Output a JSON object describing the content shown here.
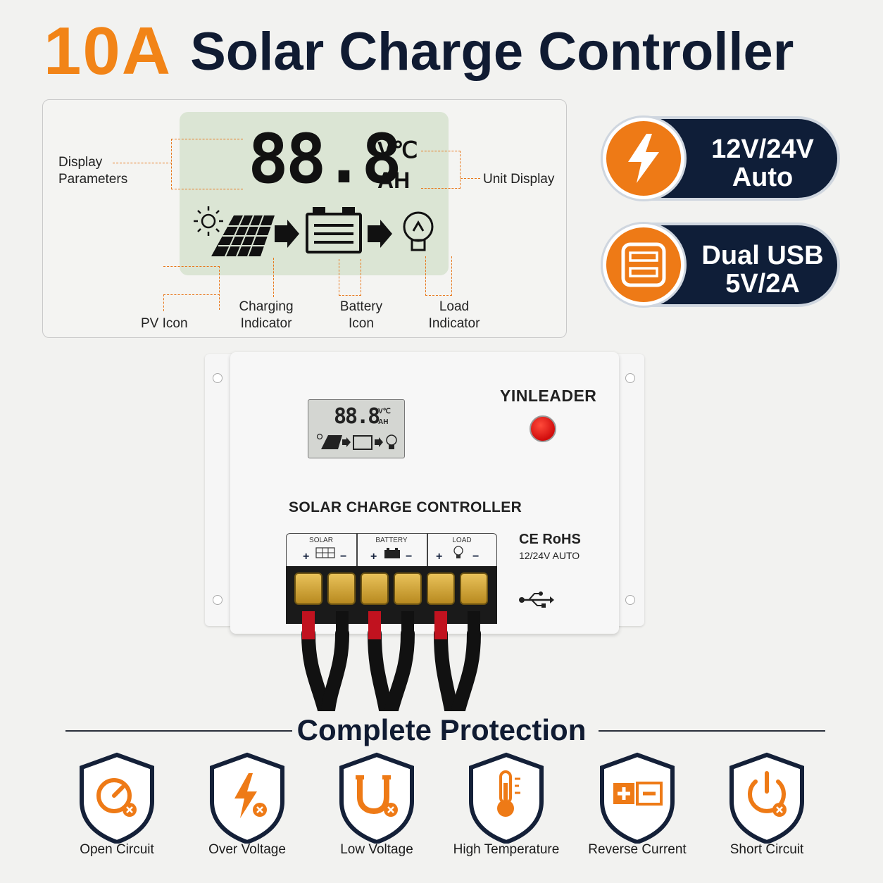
{
  "title": {
    "amperage": "10A",
    "text": "Solar Charge Controller"
  },
  "lcd_diagram": {
    "display_digits": "88.8",
    "unit_top": "V℃",
    "unit_bottom": "AH",
    "labels": {
      "display_parameters": [
        "Display",
        "Parameters"
      ],
      "unit_display": "Unit Display",
      "pv_icon": "PV Icon",
      "charging_indicator": [
        "Charging",
        "Indicator"
      ],
      "battery_icon": [
        "Battery",
        "Icon"
      ],
      "load_indicator": [
        "Load",
        "Indicator"
      ]
    }
  },
  "features": [
    {
      "icon": "lightning-icon",
      "lines": [
        "12V/24V",
        "Auto"
      ]
    },
    {
      "icon": "usb-port-icon",
      "lines": [
        "Dual USB",
        "5V/2A"
      ]
    }
  ],
  "device": {
    "brand": "YINLEADER",
    "label": "SOLAR CHARGE CONTROLLER",
    "mini_digits": "88.8",
    "mini_unit_top": "V℃",
    "mini_unit_bottom": "AH",
    "terminals": [
      {
        "name": "SOLAR",
        "plus": "+",
        "minus": "−"
      },
      {
        "name": "BATTERY",
        "plus": "+",
        "minus": "−"
      },
      {
        "name": "LOAD",
        "plus": "+",
        "minus": "−"
      }
    ],
    "certifications": "CE RoHS",
    "voltage_note": "12/24V AUTO"
  },
  "protection": {
    "title": "Complete Protection",
    "items": [
      {
        "icon": "open-circuit-icon",
        "label": "Open Circuit"
      },
      {
        "icon": "over-voltage-icon",
        "label": "Over Voltage"
      },
      {
        "icon": "low-voltage-icon",
        "label": "Low Voltage"
      },
      {
        "icon": "high-temperature-icon",
        "label": "High Temperature"
      },
      {
        "icon": "reverse-current-icon",
        "label": "Reverse Current"
      },
      {
        "icon": "short-circuit-icon",
        "label": "Short Circuit"
      }
    ]
  },
  "colors": {
    "accent": "#f28417",
    "navy": "#101b32",
    "lcd": "#dbe5d4"
  }
}
